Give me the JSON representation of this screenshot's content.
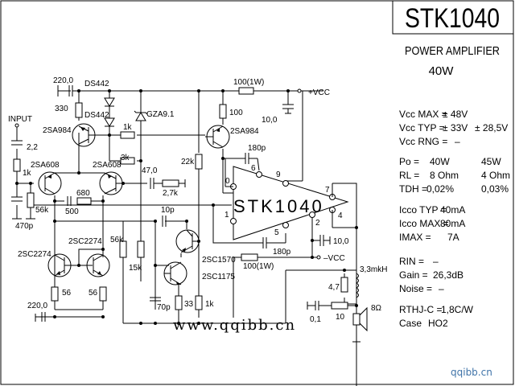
{
  "header": {
    "part_number": "STK1040",
    "description": "POWER AMPLIFIER",
    "power": "40W"
  },
  "specs": {
    "vcc_max": {
      "label": "Vcc MAX =",
      "value": "± 48V"
    },
    "vcc_typ": {
      "label": "Vcc TYP =",
      "value": "± 33V",
      "value2": "± 28,5V"
    },
    "vcc_rng": {
      "label": "Vcc RNG =",
      "value": "–"
    },
    "po": {
      "label": "Po  =",
      "value": "40W",
      "value2": "45W"
    },
    "rl": {
      "label": "RL  =",
      "value": "8 Ohm",
      "value2": "4 Ohm"
    },
    "tdh": {
      "label": "TDH =",
      "value": "0,02%",
      "value2": "0,03%"
    },
    "icco_typ": {
      "label": "Icco TYP =",
      "value": "40mA"
    },
    "icco_max": {
      "label": "Icco MAX =",
      "value": "80mA"
    },
    "imax": {
      "label": "IMAX  =",
      "value": "7A"
    },
    "rin": {
      "label": "RIN  =",
      "value": "–"
    },
    "gain": {
      "label": "Gain  =",
      "value": "26,3dB"
    },
    "noise": {
      "label": "Noise =",
      "value": "–"
    },
    "rthj": {
      "label": "RTHJ-C =",
      "value": "1,8C/W"
    },
    "case": {
      "label": "Case",
      "value": "HO2"
    }
  },
  "schematic": {
    "ic_label": "STK1040",
    "input_label": "INPUT",
    "vcc_pos": "+VCC",
    "vcc_neg": "–VCC",
    "pins": [
      "0",
      "1",
      "2",
      "4",
      "5",
      "6",
      "7",
      "9"
    ],
    "components": {
      "c_220_top": "220,0",
      "d_ds442_a": "DS442",
      "d_ds442_b": "DS442",
      "r_330": "330",
      "q_2sa984_left": "2SA984",
      "zener": "GZA9.1",
      "r_1k_top": "1k",
      "r_3k": "3k",
      "r_100_1w_top": "100(1W)",
      "c_10_top": "10,0",
      "r_100": "100",
      "q_2sa984_right": "2SA984",
      "c_180p_top": "180p",
      "r_22k": "22k",
      "c_2_2": "2,2",
      "r_1k_in": "1k",
      "q_2sa608_l": "2SA608",
      "q_2sa608_r": "2SA608",
      "c_47": "47,0",
      "r_2_7k": "2,7k",
      "r_680": "680",
      "c_500": "500",
      "r_56k_in": "56k",
      "c_470p": "470p",
      "c_10p": "10p",
      "r_56k": "56k",
      "r_15k": "15k",
      "q_2sc2274_l": "2SC2274",
      "q_2sc2274_r": "2SC2274",
      "r_56_l": "56",
      "r_56_r": "56",
      "c_220_bot": "220,0",
      "q_2sc1570": "2SC1570",
      "q_2sc1175": "2SC1175",
      "r_100_1w_bot": "100(1W)",
      "c_70p": "70p",
      "r_33": "33",
      "r_1k_bot": "1k",
      "c_180p_bot": "180p",
      "c_10_bot": "10,0",
      "l_3_3": "3,3mkH",
      "r_4_7": "4,7",
      "c_0_1": "0,1",
      "r_10": "10",
      "speaker": "8Ω"
    }
  },
  "watermarks": {
    "center": "www.qqibb.cn",
    "corner": "qqibb.cn"
  }
}
